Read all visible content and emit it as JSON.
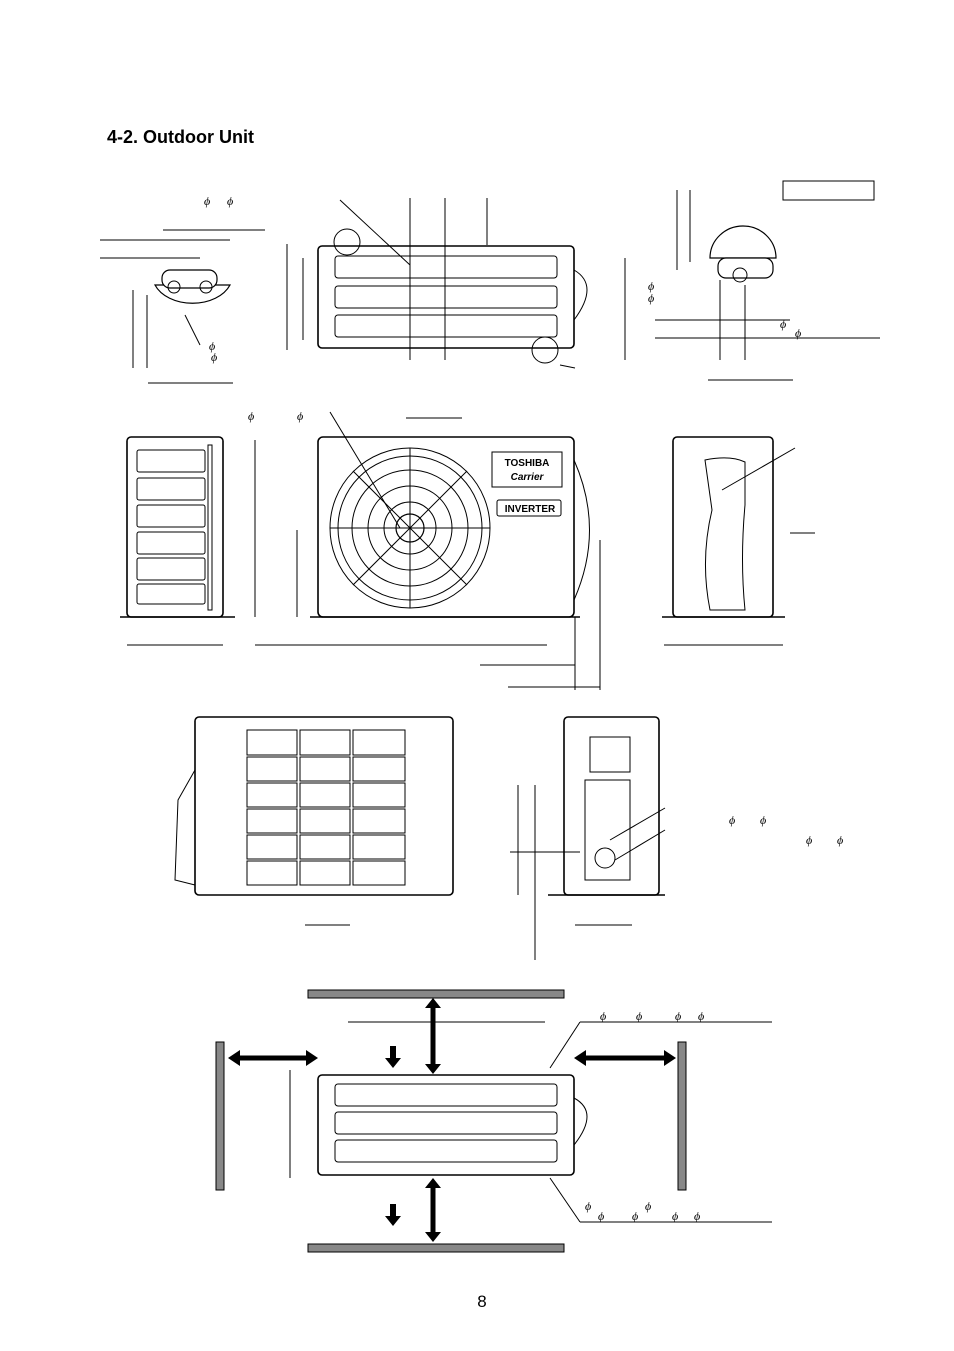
{
  "heading": "4-2. Outdoor Unit",
  "page_number": "8",
  "brand": {
    "line1": "TOSHIBA",
    "line2": "Carrier",
    "badge": "INVERTER"
  },
  "phi_symbol": "ϕ"
}
